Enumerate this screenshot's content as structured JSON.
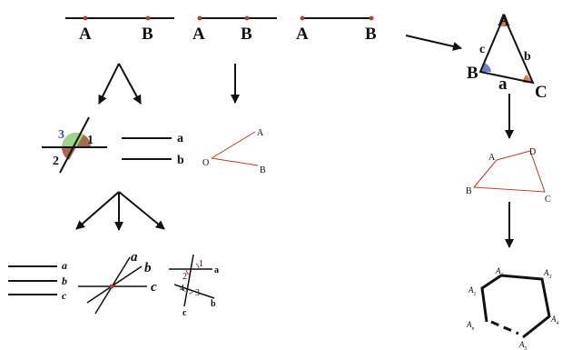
{
  "colors": {
    "ink": "#111111",
    "point": "#c0392b",
    "angle_orange": "#d97b55",
    "angle_blue": "#6d7fc8",
    "angle_green": "#9fd28a",
    "angle_brown": "#a86a4a",
    "label_blue": "#3b57b5"
  },
  "segment": {
    "a": "A",
    "b": "B"
  },
  "triangle": {
    "a": "A",
    "b": "B",
    "c": "C",
    "side_a": "a",
    "side_b": "b",
    "side_c": "c"
  },
  "intersection": {
    "n1": "1",
    "n2": "2",
    "n3": "3"
  },
  "parallel": {
    "a": "a",
    "b": "b"
  },
  "ray_angle": {
    "a": "A",
    "o": "O",
    "b": "B"
  },
  "quad": {
    "a": "A",
    "b": "B",
    "c": "C",
    "d": "D"
  },
  "three_parallel": {
    "a": "a",
    "b": "b",
    "c": "c"
  },
  "concurrent": {
    "a": "a",
    "b": "b",
    "c": "c"
  },
  "transversal": {
    "n1": "1",
    "n2": "2",
    "n3": "3",
    "n4": "4",
    "a": "a",
    "b": "b",
    "c": "c"
  },
  "polygon": {
    "a": "A",
    "sub1": "1",
    "sub2": "2",
    "sub3": "3",
    "sub4": "4",
    "sub5": "5",
    "subn": "n"
  }
}
